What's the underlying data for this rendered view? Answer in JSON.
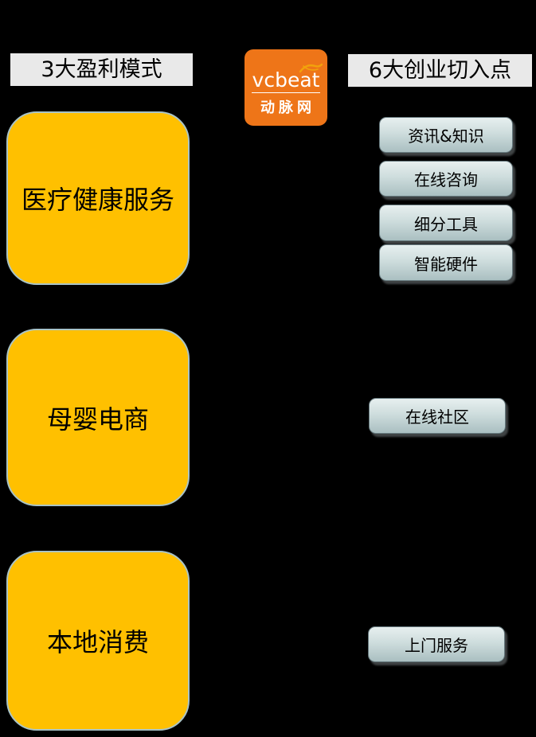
{
  "page": {
    "background_color": "#000000"
  },
  "left_column": {
    "header": "3大盈利模式",
    "boxes": [
      {
        "label": "医疗健康服务"
      },
      {
        "label": "母婴电商"
      },
      {
        "label": "本地消费"
      }
    ]
  },
  "logo": {
    "brand": "vcbeat",
    "brand_cn": "动脉网",
    "background_color": "#ee7518",
    "swoosh_color": "#f2a20c"
  },
  "right_column": {
    "header": "6大创业切入点",
    "boxes": [
      {
        "label": "资讯&知识"
      },
      {
        "label": "在线咨询"
      },
      {
        "label": "细分工具"
      },
      {
        "label": "智能硬件"
      },
      {
        "label": "在线社区"
      },
      {
        "label": "上门服务"
      }
    ]
  },
  "colors": {
    "header_bg": "#e9e9e9",
    "orange_box_fill": "#ffc000",
    "orange_box_border": "#a9c3c6",
    "teal_box_top": "#e7efef",
    "teal_box_bottom": "#aabfc1",
    "teal_box_border": "#66797e",
    "text": "#000000"
  }
}
